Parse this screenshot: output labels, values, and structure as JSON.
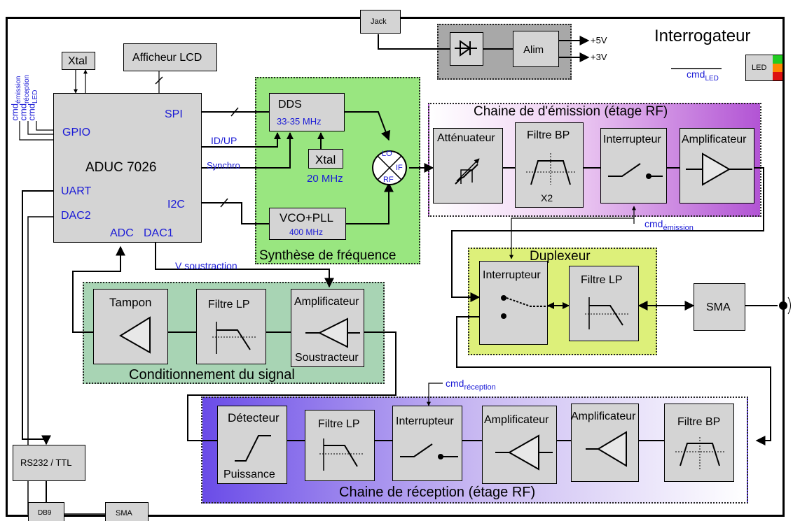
{
  "title": "Interrogateur",
  "power": {
    "jack": "Jack",
    "alim": "Alim",
    "v5": "+5V",
    "v3": "+3V"
  },
  "led": {
    "label": "LED",
    "cmd": "cmd",
    "cmd_sub": "LED",
    "colors": [
      "#22cc22",
      "#ff8800",
      "#dd1111"
    ]
  },
  "mcu": {
    "name": "ADUC 7026",
    "ports": {
      "spi": "SPI",
      "gpio": "GPIO",
      "uart": "UART",
      "dac2": "DAC2",
      "i2c": "I2C",
      "adc": "ADC",
      "dac1": "DAC1"
    },
    "cmd_inputs": [
      {
        "cmd": "cmd",
        "sub": "émission"
      },
      {
        "cmd": "cmd",
        "sub": "réception"
      },
      {
        "cmd": "cmd",
        "sub": "LED"
      }
    ]
  },
  "xtal_mcu": "Xtal",
  "lcd": "Afficheur LCD",
  "signals": {
    "idup": "ID/UP",
    "synchro": "Synchro",
    "vsous": "V soustraction"
  },
  "synthese": {
    "title": "Synthèse de fréquence",
    "dds": "DDS",
    "dds_freq": "33-35 MHz",
    "xtal": "Xtal",
    "xtal_freq": "20 MHz",
    "vco": "VCO+PLL",
    "vco_freq": "400 MHz",
    "mixer": {
      "lo": "LO",
      "if": "IF",
      "rf": "RF"
    }
  },
  "emission": {
    "title": "Chaine de d'émission (étage RF)",
    "blocks": [
      "Atténuateur",
      "Filtre BP",
      "Interrupteur",
      "Amplificateur"
    ],
    "x2": "X2",
    "cmd": "cmd",
    "cmd_sub": "émission"
  },
  "duplexeur": {
    "title": "Duplexeur",
    "blocks": [
      "Interrupteur",
      "Filtre LP"
    ]
  },
  "sma_ant": "SMA",
  "conditionnement": {
    "title": "Conditionnement du signal",
    "blocks": [
      "Tampon",
      "Filtre LP",
      "Amplificateur"
    ],
    "sous": "Soustracteur"
  },
  "reception": {
    "title": "Chaine de réception (étage RF)",
    "blocks": [
      "Détecteur",
      "Filtre LP",
      "Interrupteur",
      "Amplificateur",
      "Amplificateur",
      "Filtre BP"
    ],
    "puissance": "Puissance",
    "cmd": "cmd",
    "cmd_sub": "réception"
  },
  "rs232": "RS232 / TTL",
  "db9": "DB9",
  "sma_bottom": "SMA"
}
